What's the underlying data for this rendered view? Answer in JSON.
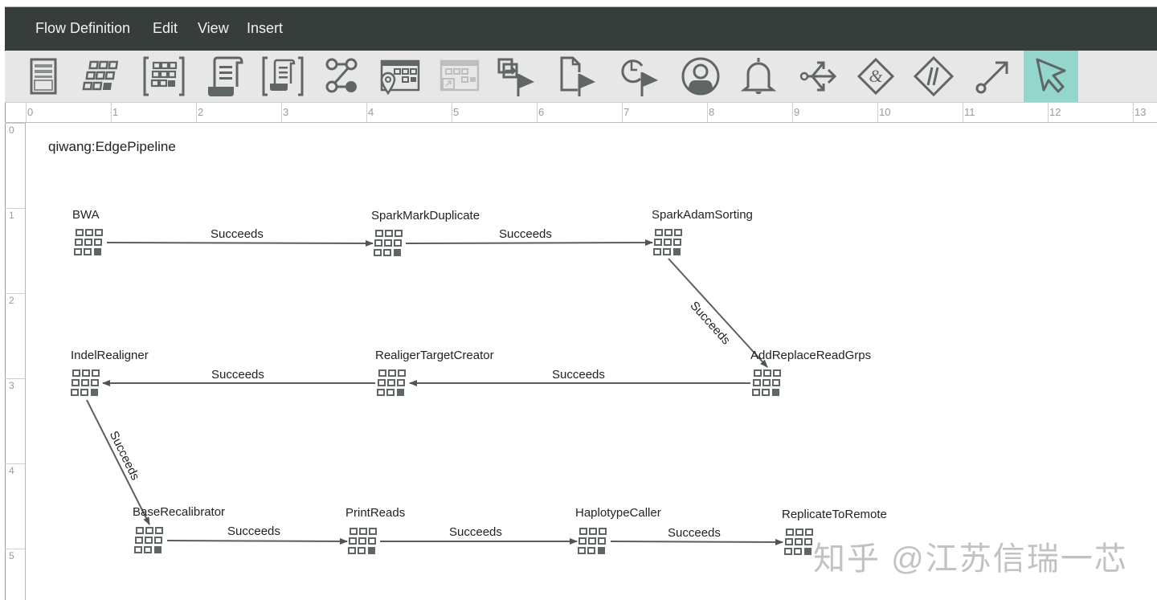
{
  "menu": {
    "items": [
      {
        "label": "Flow Definition"
      },
      {
        "label": "Edit"
      },
      {
        "label": "View"
      },
      {
        "label": "Insert"
      }
    ]
  },
  "toolbar": {
    "tools": [
      {
        "icon": "form-icon",
        "state": "normal"
      },
      {
        "icon": "job-grid-icon",
        "state": "normal"
      },
      {
        "icon": "subflow-grid-icon",
        "state": "normal"
      },
      {
        "icon": "script-icon",
        "state": "normal"
      },
      {
        "icon": "subflow-script-icon",
        "state": "normal"
      },
      {
        "icon": "workflow-link-icon",
        "state": "normal"
      },
      {
        "icon": "location-grid-icon",
        "state": "normal"
      },
      {
        "icon": "remote-grid-icon",
        "state": "disabled"
      },
      {
        "icon": "transfer-flag-icon",
        "state": "normal"
      },
      {
        "icon": "file-flag-icon",
        "state": "normal"
      },
      {
        "icon": "time-flag-icon",
        "state": "normal"
      },
      {
        "icon": "user-icon",
        "state": "normal"
      },
      {
        "icon": "bell-icon",
        "state": "normal"
      },
      {
        "icon": "split-icon",
        "state": "normal"
      },
      {
        "icon": "and-diamond-icon",
        "state": "normal"
      },
      {
        "icon": "or-diamond-icon",
        "state": "normal"
      },
      {
        "icon": "connector-arrow-icon",
        "state": "normal"
      },
      {
        "icon": "pointer-icon",
        "state": "active"
      }
    ],
    "active_color": "#94d6cb"
  },
  "rulers": {
    "horizontal": [
      "0",
      "1",
      "2",
      "3",
      "4",
      "5",
      "6",
      "7",
      "8",
      "9",
      "10",
      "11",
      "12",
      "13"
    ],
    "vertical": [
      "0",
      "1",
      "2",
      "3",
      "4",
      "5"
    ]
  },
  "canvas": {
    "flow_title": "qiwang:EdgePipeline",
    "nodes": [
      {
        "id": "bwa",
        "label": "BWA"
      },
      {
        "id": "smd",
        "label": "SparkMarkDuplicate"
      },
      {
        "id": "sas",
        "label": "SparkAdamSorting"
      },
      {
        "id": "arg",
        "label": "AddReplaceReadGrps"
      },
      {
        "id": "rtc",
        "label": "RealigerTargetCreator"
      },
      {
        "id": "ir",
        "label": "IndelRealigner"
      },
      {
        "id": "br",
        "label": "BaseRecalibrator"
      },
      {
        "id": "pr",
        "label": "PrintReads"
      },
      {
        "id": "hc",
        "label": "HaplotypeCaller"
      },
      {
        "id": "rtr",
        "label": "ReplicateToRemote"
      }
    ],
    "edges": [
      {
        "from": "BWA",
        "to": "SparkMarkDuplicate",
        "label": "Succeeds"
      },
      {
        "from": "SparkMarkDuplicate",
        "to": "SparkAdamSorting",
        "label": "Succeeds"
      },
      {
        "from": "SparkAdamSorting",
        "to": "AddReplaceReadGrps",
        "label": "Succeeds"
      },
      {
        "from": "AddReplaceReadGrps",
        "to": "RealigerTargetCreator",
        "label": "Succeeds"
      },
      {
        "from": "RealigerTargetCreator",
        "to": "IndelRealigner",
        "label": "Succeeds"
      },
      {
        "from": "IndelRealigner",
        "to": "BaseRecalibrator",
        "label": "Succeeds"
      },
      {
        "from": "BaseRecalibrator",
        "to": "PrintReads",
        "label": "Succeeds"
      },
      {
        "from": "PrintReads",
        "to": "HaplotypeCaller",
        "label": "Succeeds"
      },
      {
        "from": "HaplotypeCaller",
        "to": "ReplicateToRemote",
        "label": "Succeeds"
      }
    ]
  },
  "watermark": "知乎 @江苏信瑞一芯",
  "colors": {
    "menubar": "#363d3b",
    "toolbar": "#e7e7e7",
    "icon": "#5f6664",
    "edge": "#5a5f5e"
  }
}
